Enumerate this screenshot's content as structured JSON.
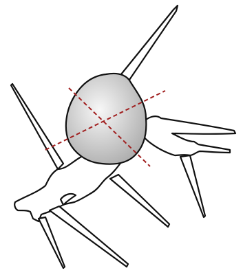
{
  "figure": {
    "subject": "spiny-cell-drawing",
    "colors": {
      "background": "#ffffff",
      "outline": "#111111",
      "body_fill_light": "#f7f7f7",
      "body_fill_dark": "#a9a9a9",
      "axis_line": "#a01e1e"
    },
    "axes": [
      {
        "id": "axis-long",
        "style": "dashed"
      },
      {
        "id": "axis-short",
        "style": "dashed"
      }
    ]
  }
}
